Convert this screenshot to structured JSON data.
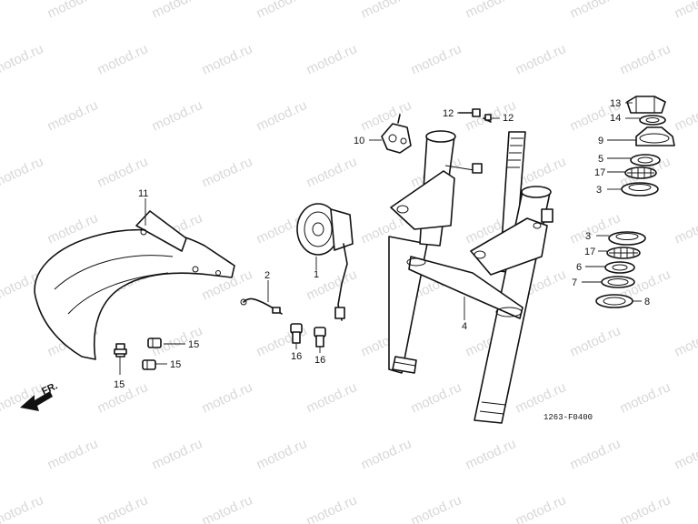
{
  "watermark": "motod.ru",
  "diagram_code": "1263-F0400",
  "direction_label": "FR.",
  "callouts": {
    "c1": "1",
    "c2": "2",
    "c3a": "3",
    "c3b": "3",
    "c4": "4",
    "c5": "5",
    "c6": "6",
    "c7": "7",
    "c8": "8",
    "c9": "9",
    "c10": "10",
    "c11": "11",
    "c12a": "12",
    "c12b": "12",
    "c13": "13",
    "c14": "14",
    "c15a": "15",
    "c15b": "15",
    "c15c": "15",
    "c16a": "16",
    "c16b": "16",
    "c17a": "17",
    "c17b": "17"
  }
}
